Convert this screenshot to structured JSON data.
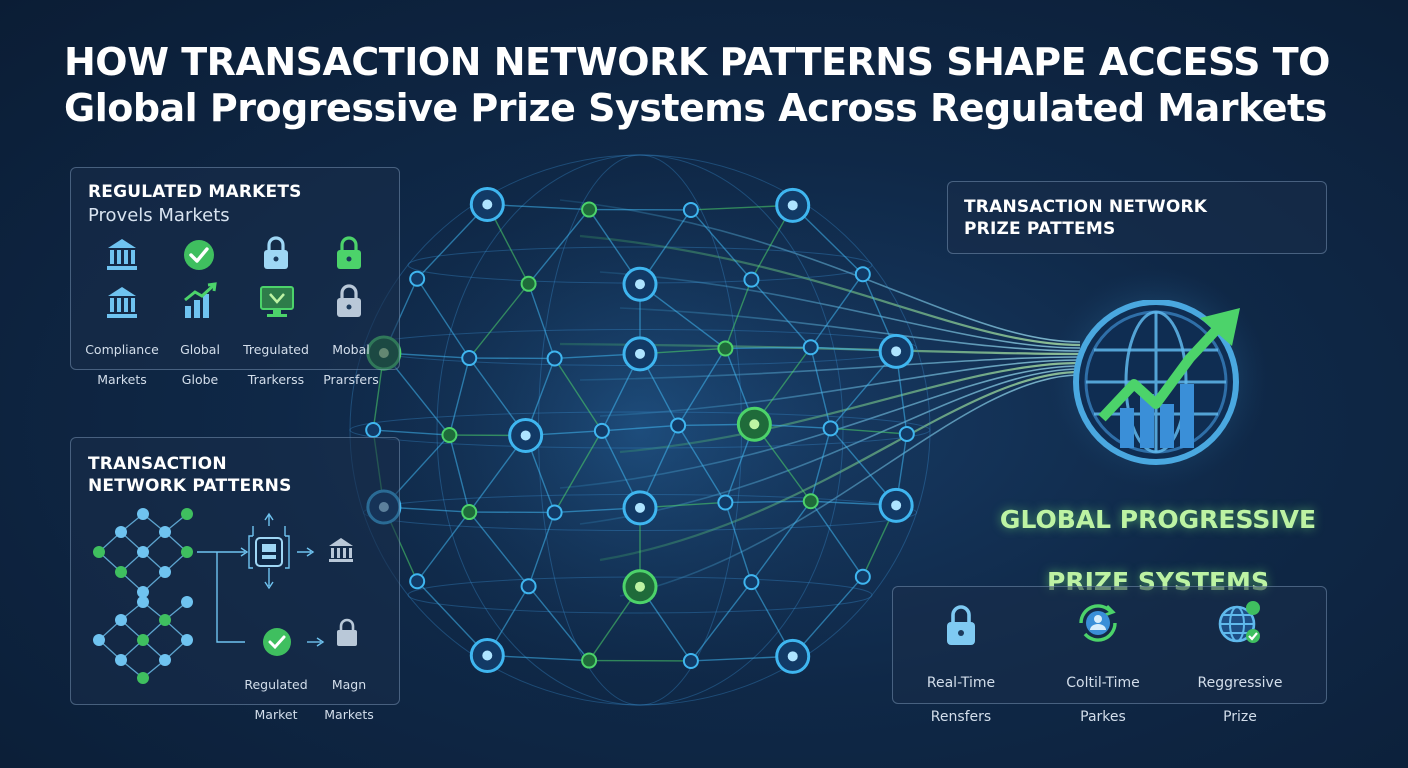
{
  "title": {
    "line1": "HOW TRANSACTION NETWORK PATTERNS SHAPE ACCESS TO",
    "line2": "Global Progressive Prize Systems Across Regulated Markets"
  },
  "regulated_panel": {
    "title": "REGULATED MARKETS",
    "subtitle": "Provels Markets",
    "icons": [
      "bank-icon",
      "check-circle-icon",
      "lock-icon",
      "lock-icon",
      "bank-icon",
      "growth-chart-icon",
      "monitor-icon",
      "lock-icon"
    ],
    "captions": [
      {
        "l1": "Compliance",
        "l2": "Markets"
      },
      {
        "l1": "Global",
        "l2": "Globe"
      },
      {
        "l1": "Tregulated",
        "l2": "Trarkerss"
      },
      {
        "l1": "Mobal",
        "l2": "Prarsfers"
      }
    ]
  },
  "transaction_panel": {
    "title_l1": "TRANSACTION",
    "title_l2": "NETWORK PATTERNS",
    "captions": [
      {
        "l1": "Regulated",
        "l2": "Market"
      },
      {
        "l1": "Magn",
        "l2": "Markets"
      }
    ]
  },
  "prize_pattern_panel": {
    "title_l1": "TRANSACTION NETWORK",
    "title_l2": "PRIZE PATTEMS"
  },
  "global_systems": {
    "l1": "GLOBAL PROGRESSIVE",
    "l2": "PRIZE SYSTEMS",
    "icon": "globe-growth-icon"
  },
  "bottom_right_panel": {
    "items": [
      {
        "icon": "lock-icon",
        "l1": "Real-Time",
        "l2": "Rensfers"
      },
      {
        "icon": "user-refresh-icon",
        "l1": "Coltil-Time",
        "l2": "Parkes"
      },
      {
        "icon": "globe-check-icon",
        "l1": "Reggressive",
        "l2": "Prize"
      }
    ]
  },
  "colors": {
    "background": "#0f2847",
    "accent_blue": "#3fb6f0",
    "accent_green": "#4cd36a",
    "title": "#ffffff",
    "glow_text": "#bdf3a3"
  }
}
